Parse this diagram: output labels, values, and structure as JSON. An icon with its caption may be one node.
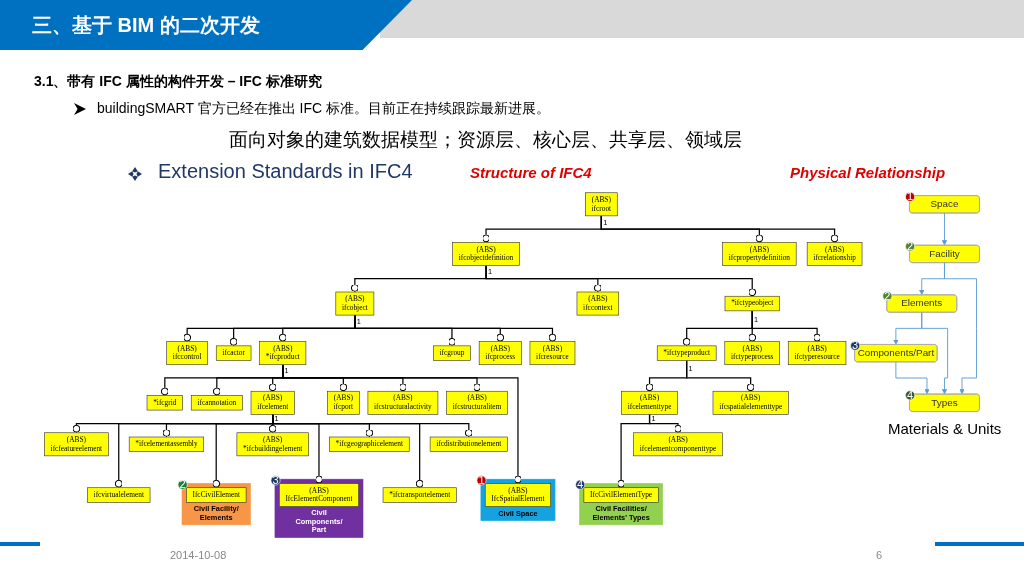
{
  "diagram": {
    "title": "三、基于 BIM 的二次开发",
    "nodes": [
      {
        "text": [
          "(ABS)",
          "ifcroot"
        ]
      },
      {
        "text": [
          "(ABS)",
          "ifcobjectdefinition"
        ]
      },
      {
        "text": [
          "(ABS)",
          "ifcpropertydefinition"
        ]
      },
      {
        "text": [
          "(ABS)",
          "ifcrelationship"
        ]
      },
      {
        "text": [
          "(ABS)",
          "ifcobject"
        ]
      },
      {
        "text": [
          "(ABS)",
          "ifccontext"
        ]
      },
      {
        "text": [
          "*ifctypeobject"
        ]
      },
      {
        "text": [
          "(ABS)",
          "ifccontrol"
        ]
      },
      {
        "text": [
          "ifcactor"
        ]
      },
      {
        "text": [
          "(ABS)",
          "*ifcproduct"
        ]
      },
      {
        "text": [
          "ifcgroup"
        ]
      },
      {
        "text": [
          "(ABS)",
          "ifcprocess"
        ]
      },
      {
        "text": [
          "(ABS)",
          "ifcresource"
        ]
      },
      {
        "text": [
          "*ifctypeproduct"
        ]
      },
      {
        "text": [
          "(ABS)",
          "ifctypeprocess"
        ]
      },
      {
        "text": [
          "(ABS)",
          "ifctyperesource"
        ]
      },
      {
        "text": [
          "*ifcgrid"
        ]
      },
      {
        "text": [
          "ifcannotation"
        ]
      },
      {
        "text": [
          "(ABS)",
          "ifcelement"
        ]
      },
      {
        "text": [
          "(ABS)",
          "ifcport"
        ]
      },
      {
        "text": [
          "(ABS)",
          "ifcstructuralactivity"
        ]
      },
      {
        "text": [
          "(ABS)",
          "ifcstructuralitem"
        ]
      },
      {
        "text": [
          "Civil Space"
        ]
      },
      {
        "text": [
          "1"
        ]
      },
      {
        "text": [
          "(ABS)",
          "IfcSpatialElement"
        ],
        "in": 22
      },
      {
        "text": [
          "(ABS)",
          "ifcelementtype"
        ]
      },
      {
        "text": [
          "(ABS)",
          "ifcspatialelementtype"
        ]
      },
      {
        "text": [
          "(ABS)",
          "ifcfeatureelement"
        ]
      },
      {
        "text": [
          "*ifcelementassembly"
        ]
      },
      {
        "text": [
          "Civil Facility/ Elements"
        ]
      },
      {
        "text": [
          "2"
        ]
      },
      {
        "text": [
          "IfcCivilElement"
        ],
        "in": 29
      },
      {
        "text": [
          "(ABS)",
          "*ifcbuildingelement"
        ]
      },
      {
        "text": [
          "*ifcgeographicelement"
        ]
      },
      {
        "text": [
          "ifcdistributionelement"
        ]
      },
      {
        "text": [
          "Civil Facilities/ Elements' Types"
        ]
      },
      {
        "text": [
          "4"
        ]
      },
      {
        "text": [
          "IfcCivilElementType"
        ],
        "in": 35
      },
      {
        "text": [
          "(ABS)",
          "ifcelementcomponenttype"
        ]
      },
      {
        "text": [
          "ifcvirtualelement"
        ]
      },
      {
        "text": [
          "Civil Components/ Part"
        ]
      },
      {
        "text": [
          "3"
        ]
      },
      {
        "text": [
          "(ABS)",
          "IfcElementComponent"
        ],
        "in": 40
      },
      {
        "text": [
          "*ifctransportelement"
        ]
      },
      {
        "text": [
          "1"
        ]
      },
      {
        "text": [
          "Space"
        ]
      },
      {
        "text": [
          "2"
        ]
      },
      {
        "text": [
          "Facility"
        ]
      },
      {
        "text": [
          "4"
        ]
      },
      {
        "text": [
          "Types"
        ]
      },
      {
        "text": [
          "2"
        ]
      },
      {
        "text": [
          "Elements"
        ]
      },
      {
        "text": [
          "3"
        ]
      },
      {
        "text": [
          "Components/Part"
        ]
      }
    ],
    "edges": [
      {
        "from": 0,
        "to": 1,
        "arrow": "other"
      },
      {
        "from": 0,
        "to": 2,
        "arrow": "other",
        "label": "1"
      },
      {
        "from": 0,
        "to": 3,
        "arrow": "other"
      },
      {
        "from": 1,
        "to": 4,
        "arrow": "other",
        "label": "1"
      },
      {
        "from": 1,
        "to": 5,
        "arrow": "other"
      },
      {
        "from": 1,
        "to": 6,
        "arrow": "other"
      },
      {
        "from": 4,
        "to": 7,
        "arrow": "other"
      },
      {
        "from": 4,
        "to": 8,
        "arrow": "other"
      },
      {
        "from": 4,
        "to": 9,
        "arrow": "other",
        "label": "1"
      },
      {
        "from": 4,
        "to": 10,
        "arrow": "other"
      },
      {
        "from": 4,
        "to": 11,
        "arrow": "other"
      },
      {
        "from": 4,
        "to": 12,
        "arrow": "other"
      },
      {
        "from": 9,
        "to": 16,
        "arrow": "other"
      },
      {
        "from": 9,
        "to": 17,
        "arrow": "other"
      },
      {
        "from": 9,
        "to": 18,
        "arrow": "other",
        "label": "1"
      },
      {
        "from": 9,
        "to": 19,
        "arrow": "other"
      },
      {
        "from": 9,
        "to": 20,
        "arrow": "other"
      },
      {
        "from": 9,
        "to": 21,
        "arrow": "other"
      },
      {
        "from": 9,
        "to": 24,
        "arrow": "other"
      },
      {
        "from": 18,
        "to": 27,
        "arrow": "other"
      },
      {
        "from": 18,
        "to": 39,
        "arrow": "other"
      },
      {
        "from": 18,
        "to": 28,
        "arrow": "other"
      },
      {
        "from": 18,
        "to": 31,
        "arrow": "other",
        "label": "1"
      },
      {
        "from": 18,
        "to": 32,
        "arrow": "other"
      },
      {
        "from": 18,
        "to": 42,
        "arrow": "other"
      },
      {
        "from": 18,
        "to": 33,
        "arrow": "other"
      },
      {
        "from": 18,
        "to": 43,
        "arrow": "other"
      },
      {
        "from": 18,
        "to": 34,
        "arrow": "other"
      },
      {
        "from": 6,
        "to": 13,
        "arrow": "other",
        "label": "1"
      },
      {
        "from": 6,
        "to": 14,
        "arrow": "other"
      },
      {
        "from": 6,
        "to": 15,
        "arrow": "other"
      },
      {
        "from": 13,
        "to": 25,
        "arrow": "other",
        "label": "1"
      },
      {
        "from": 13,
        "to": 26,
        "arrow": "other"
      },
      {
        "from": 25,
        "to": 37,
        "arrow": "other",
        "label": "1"
      },
      {
        "from": 25,
        "to": 38,
        "arrow": "other"
      },
      {
        "from": 45,
        "to": 47,
        "arrow": "to",
        "color": "#5b9bd5"
      },
      {
        "from": 47,
        "to": 51,
        "arrow": "to",
        "color": "#5b9bd5"
      },
      {
        "from": 51,
        "to": 53,
        "arrow": "to",
        "color": "#5b9bd5"
      },
      {
        "from": 47,
        "to": 49,
        "arrow": "to",
        "color": "#5b9bd5"
      },
      {
        "from": 51,
        "to": 49,
        "arrow": "to",
        "color": "#5b9bd5"
      },
      {
        "from": 53,
        "to": 49,
        "arrow": "to",
        "color": "#5b9bd5"
      }
    ],
    "labels": [
      "3.1、带有 IFC 属性的构件开发 – IFC 标准研究",
      "buildingSMART 官方已经在推出 IFC 标准。目前正在持续跟踪最新进展。",
      "面向对象的建筑数据模型；资源层、核心层、共享层、领域层",
      "Extension Standards in IFC4",
      "Structure of IFC4",
      "Physical Relationship",
      "Materials & Units",
      "2014-10-08",
      "6"
    ]
  }
}
